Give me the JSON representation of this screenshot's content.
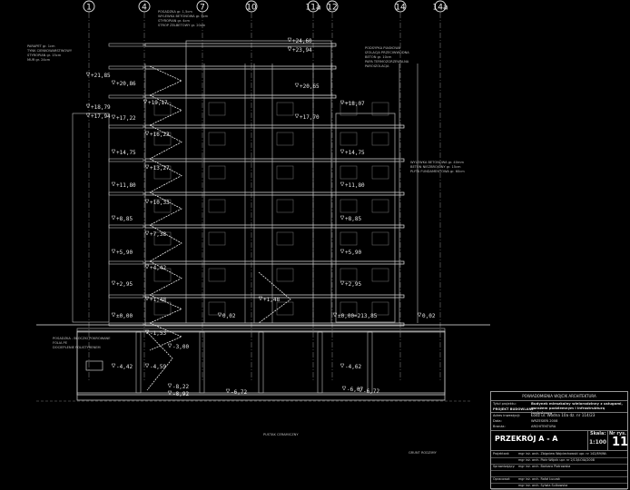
{
  "axes": [
    "1",
    "4",
    "7",
    "10",
    "11a",
    "12",
    "14",
    "14a"
  ],
  "levels": [
    "+24,60",
    "+23,94",
    "+21,85",
    "+20,86",
    "+20,65",
    "+19,17",
    "+18,79",
    "+18,07",
    "+17,94",
    "+17,70",
    "+17,22",
    "+16,23",
    "+14,75",
    "+14,75",
    "+13,27",
    "+11,80",
    "+11,80",
    "+10,33",
    "+8,85",
    "+8,85",
    "+7,38",
    "+5,90",
    "+5,90",
    "+4,42",
    "+2,95",
    "+2,95",
    "+1,48",
    "+1,48",
    "±0,00",
    "0,02",
    "±0,00=213,85",
    "0,02",
    "-1,53",
    "-3,00",
    "-4,42",
    "-4,59",
    "-4,62",
    "-6,07",
    "-6,72",
    "-6,72",
    "-8,22",
    "-8,92"
  ],
  "notes": [
    "POSADZKA gr. 1,5cm",
    "WYLEWKA BETONOWA gr. 5cm",
    "STYROPIAN gr. 4cm",
    "STROP ŻELBETOWY gr. 20cm",
    "PARAPET gr. 1cm",
    "TYNK CIENKOWARSTWOWY",
    "STYROPIAN gr. 15cm",
    "MUR gr. 24cm",
    "PODSYPKA PIASKOWA",
    "IZOLACJA PRZECIWWODNA",
    "BETON gr. 10cm",
    "PAPA TERMOZGRZEWALNA",
    "PAROIZOLACJA",
    "WYLEWKA BETONOWA gr. 40mm",
    "BETON NIEZBROJONY gr. 15cm",
    "PLYTA FUNDAMENTOWA gr. 60cm",
    "POSADZKA - BLOCZKI POKROWANE",
    "FOLIA PE",
    "DOCIEPLENIE POLISTYRENEM",
    "PUSTAK CERAMICZNY",
    "GRUNT RODZIMY"
  ],
  "title_block": {
    "architect": "POWIADOMIENIA WOJCIK ARCHITEKTURA",
    "row1_label": "Tytuł projektu:",
    "row1_value": "Budynek mieszkalny wielorodzinny z usługami, garażem podziemnym i infrastrukturą techniczną",
    "row2_label": "PROJEKT BUDOWLANY",
    "row3_label": "Adres inwestycji:",
    "row3_value": "Łódź ul. Wodna 10a dz. nr 114/23",
    "row4_label": "Data:",
    "row4_value": "WRZESIEŃ 2008",
    "row5_label": "Branża:",
    "row5_value": "ARCHITEKTURA",
    "drawing_title": "PRZEKRÓJ A - A",
    "scale_label": "Skala:",
    "scale_value": "1:100",
    "sheet_label": "Nr rys.",
    "sheet_value": "11",
    "roles": [
      "Projektant:",
      "",
      "Sprawdzający:",
      "",
      "Opracował:",
      ""
    ],
    "names": [
      "mgr inż. arch. Zbigniew Wojciechowski upr. nr 142/89/WŁ",
      "mgr inż. arch. Piotr Wójcik upr. nr 2/13/ŁOIA/2008",
      "mgr inż. arch. Barbara Piotrowska",
      "",
      "mgr inż. arch. Rafał Łuczak",
      "mgr inż. arch. Sylwia Sulkowska"
    ]
  }
}
